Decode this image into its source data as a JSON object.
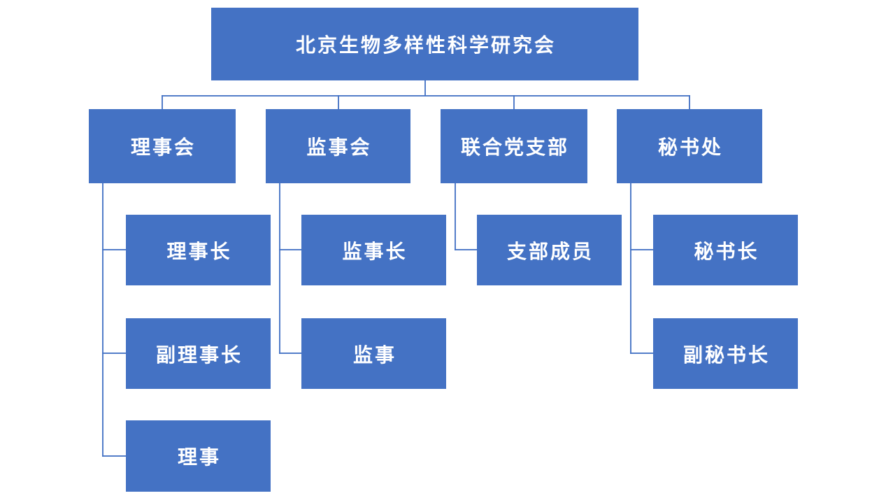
{
  "colors": {
    "node_fill": "#4472C4",
    "node_text": "#FFFFFF",
    "connector": "#4472C4",
    "background": "#FFFFFF"
  },
  "org": {
    "root": {
      "label": "北京生物多样性科学研究会"
    },
    "branches": [
      {
        "label": "理事会",
        "children": [
          "理事长",
          "副理事长",
          "理事"
        ]
      },
      {
        "label": "监事会",
        "children": [
          "监事长",
          "监事"
        ]
      },
      {
        "label": "联合党支部",
        "children": [
          "支部成员"
        ]
      },
      {
        "label": "秘书处",
        "children": [
          "秘书长",
          "副秘书长"
        ]
      }
    ]
  }
}
